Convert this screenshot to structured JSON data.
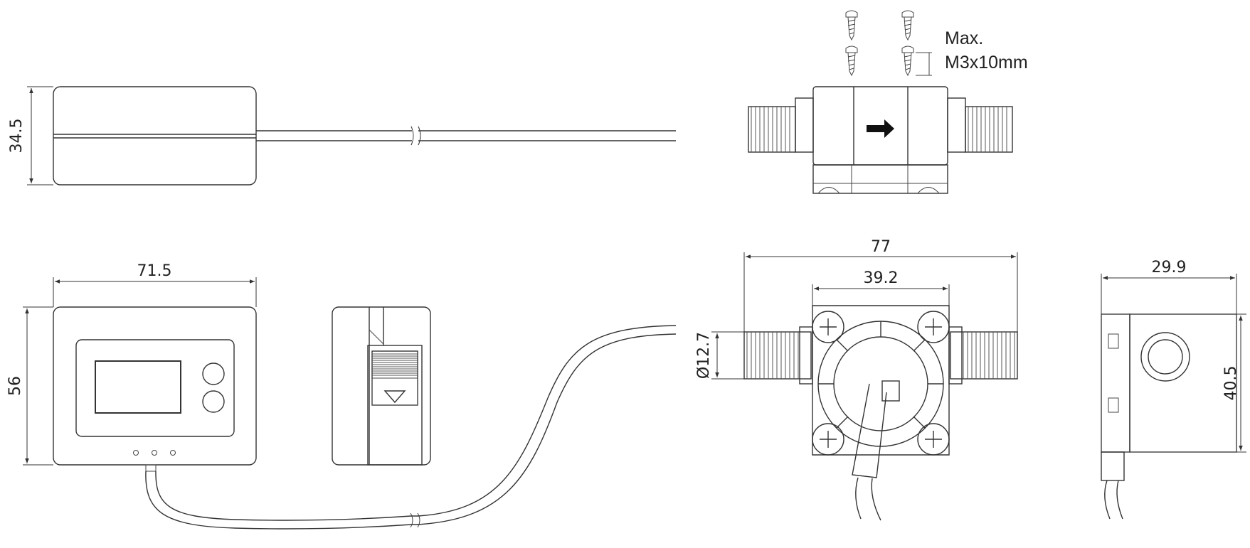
{
  "dimensions": {
    "display_height": "34.5",
    "display_width": "71.5",
    "display_depth": "56",
    "sensor_length": "77",
    "sensor_body": "39.2",
    "thread_diameter": "Ø12.7",
    "side_width": "29.9",
    "side_height": "40.5"
  },
  "screw_note": {
    "line1": "Max.",
    "line2": "M3x10mm"
  }
}
